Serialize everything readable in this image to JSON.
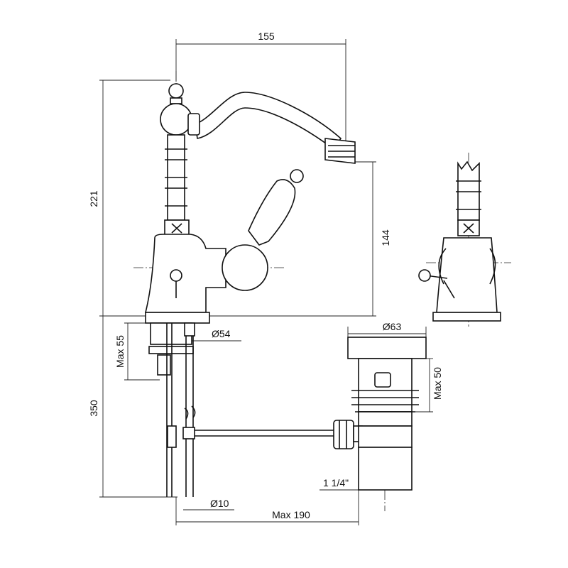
{
  "dimensions": {
    "spout_reach": "155",
    "total_height": "221",
    "spout_height": "144",
    "max_deck_thickness": "Max 55",
    "base_diameter": "Ø54",
    "waste_cap_diameter": "Ø63",
    "waste_max_height": "Max 50",
    "shank_length": "350",
    "waste_thread": "1 1/4\"",
    "rod_diameter": "Ø10",
    "max_rod_reach": "Max 190"
  }
}
